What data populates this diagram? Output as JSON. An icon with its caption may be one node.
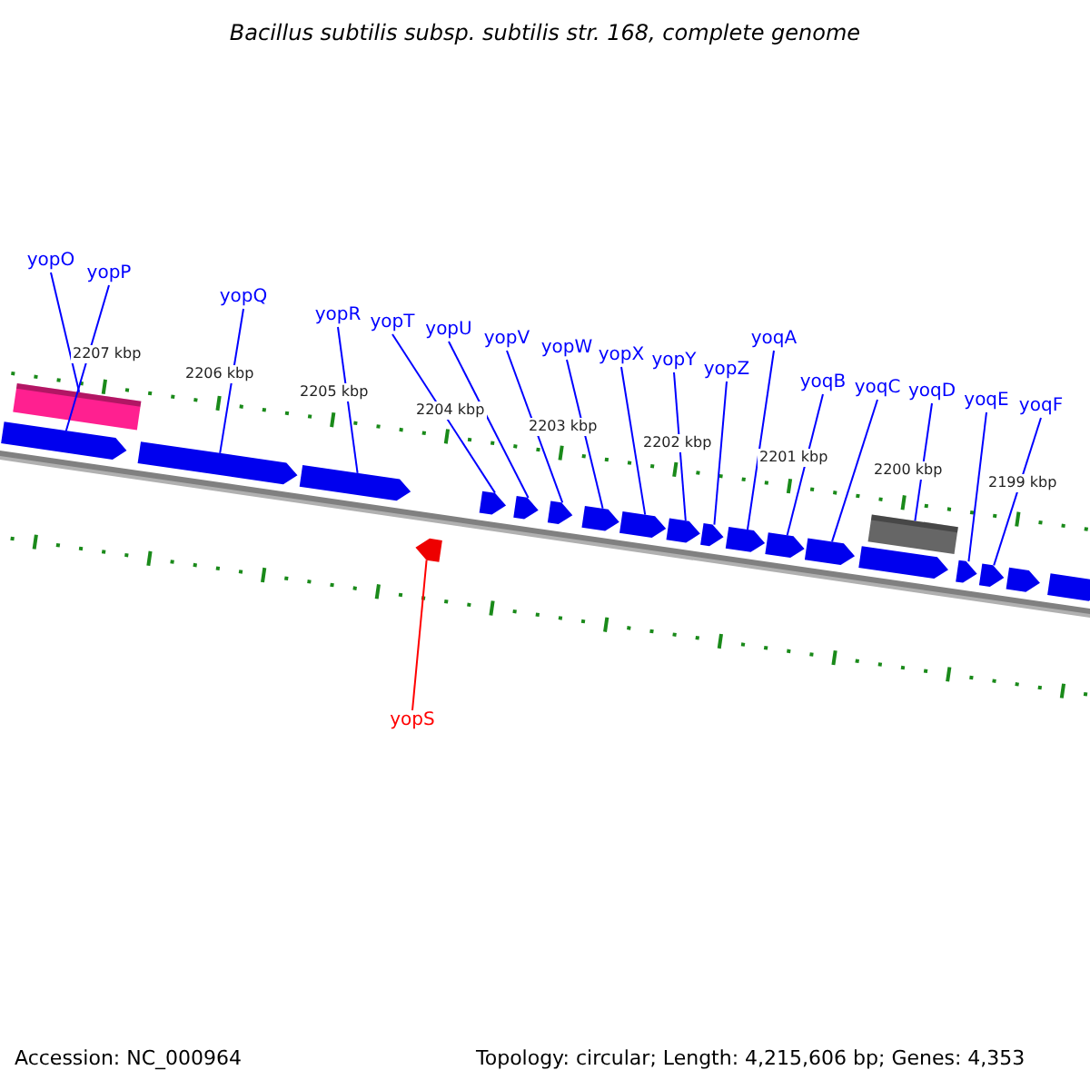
{
  "diagram": {
    "title": "Bacillus subtilis subsp. subtilis str. 168, complete genome",
    "nodes": [
      {
        "text": [
          "yopO"
        ]
      },
      {
        "text": [
          "yopP"
        ]
      },
      {
        "text": [
          "yopQ"
        ]
      },
      {
        "text": [
          "yopR"
        ]
      },
      {
        "text": [
          "yopT"
        ]
      },
      {
        "text": [
          "yopU"
        ]
      },
      {
        "text": [
          "yopV"
        ]
      },
      {
        "text": [
          "yopW"
        ]
      },
      {
        "text": [
          "yopX"
        ]
      },
      {
        "text": [
          "yopY"
        ]
      },
      {
        "text": [
          "yopZ"
        ]
      },
      {
        "text": [
          "yoqA"
        ]
      },
      {
        "text": [
          "yoqB"
        ]
      },
      {
        "text": [
          "yoqC"
        ]
      },
      {
        "text": [
          "yoqD"
        ]
      },
      {
        "text": [
          "yoqE"
        ]
      },
      {
        "text": [
          "yoqF"
        ]
      },
      {
        "text": [
          "yopS"
        ]
      },
      {
        "text": [],
        "shape": "bar"
      },
      {
        "text": [],
        "shape": "arrow"
      },
      {
        "text": [],
        "shape": "arrow"
      },
      {
        "text": [],
        "shape": "arrow"
      },
      {
        "text": [],
        "shape": "arrow"
      },
      {
        "text": [],
        "shape": "arrow"
      },
      {
        "text": [],
        "shape": "arrow"
      },
      {
        "text": [],
        "shape": "arrow"
      },
      {
        "text": [],
        "shape": "arrow"
      },
      {
        "text": [],
        "shape": "arrow"
      },
      {
        "text": [],
        "shape": "arrow"
      },
      {
        "text": [],
        "shape": "arrow"
      },
      {
        "text": [],
        "shape": "arrow"
      },
      {
        "text": [],
        "shape": "arrow"
      },
      {
        "text": [],
        "shape": "arrow"
      },
      {
        "text": [],
        "shape": "bar"
      },
      {
        "text": [],
        "shape": "arrow"
      },
      {
        "text": [],
        "shape": "arrow"
      },
      {
        "text": [],
        "shape": "arrow"
      },
      {
        "text": [],
        "shape": "arrow"
      },
      {
        "text": [],
        "shape": "arrow"
      }
    ],
    "edges": [
      {
        "from": 0,
        "to": 18,
        "arrow": "none"
      },
      {
        "from": 1,
        "to": 19,
        "arrow": "none"
      },
      {
        "from": 2,
        "to": 20,
        "arrow": "none"
      },
      {
        "from": 3,
        "to": 21,
        "arrow": "none"
      },
      {
        "from": 4,
        "to": 23,
        "arrow": "none"
      },
      {
        "from": 5,
        "to": 24,
        "arrow": "none"
      },
      {
        "from": 6,
        "to": 25,
        "arrow": "none"
      },
      {
        "from": 7,
        "to": 26,
        "arrow": "none"
      },
      {
        "from": 8,
        "to": 27,
        "arrow": "none"
      },
      {
        "from": 9,
        "to": 28,
        "arrow": "none"
      },
      {
        "from": 10,
        "to": 29,
        "arrow": "none"
      },
      {
        "from": 11,
        "to": 30,
        "arrow": "none"
      },
      {
        "from": 12,
        "to": 31,
        "arrow": "none"
      },
      {
        "from": 13,
        "to": 32,
        "arrow": "none"
      },
      {
        "from": 14,
        "to": 33,
        "arrow": "none"
      },
      {
        "from": 15,
        "to": 35,
        "arrow": "none"
      },
      {
        "from": 16,
        "to": 36,
        "arrow": "none"
      },
      {
        "from": 17,
        "to": 22,
        "arrow": "none",
        "color": "#ff0000"
      }
    ],
    "labels": [
      "2207 kbp",
      "2206 kbp",
      "2205 kbp",
      "2204 kbp",
      "2203 kbp",
      "2202 kbp",
      "2201 kbp",
      "2200 kbp",
      "2199 kbp",
      "Accession: NC_000964",
      "Topology: circular; Length: 4,215,606 bp; Genes: 4,353"
    ]
  }
}
